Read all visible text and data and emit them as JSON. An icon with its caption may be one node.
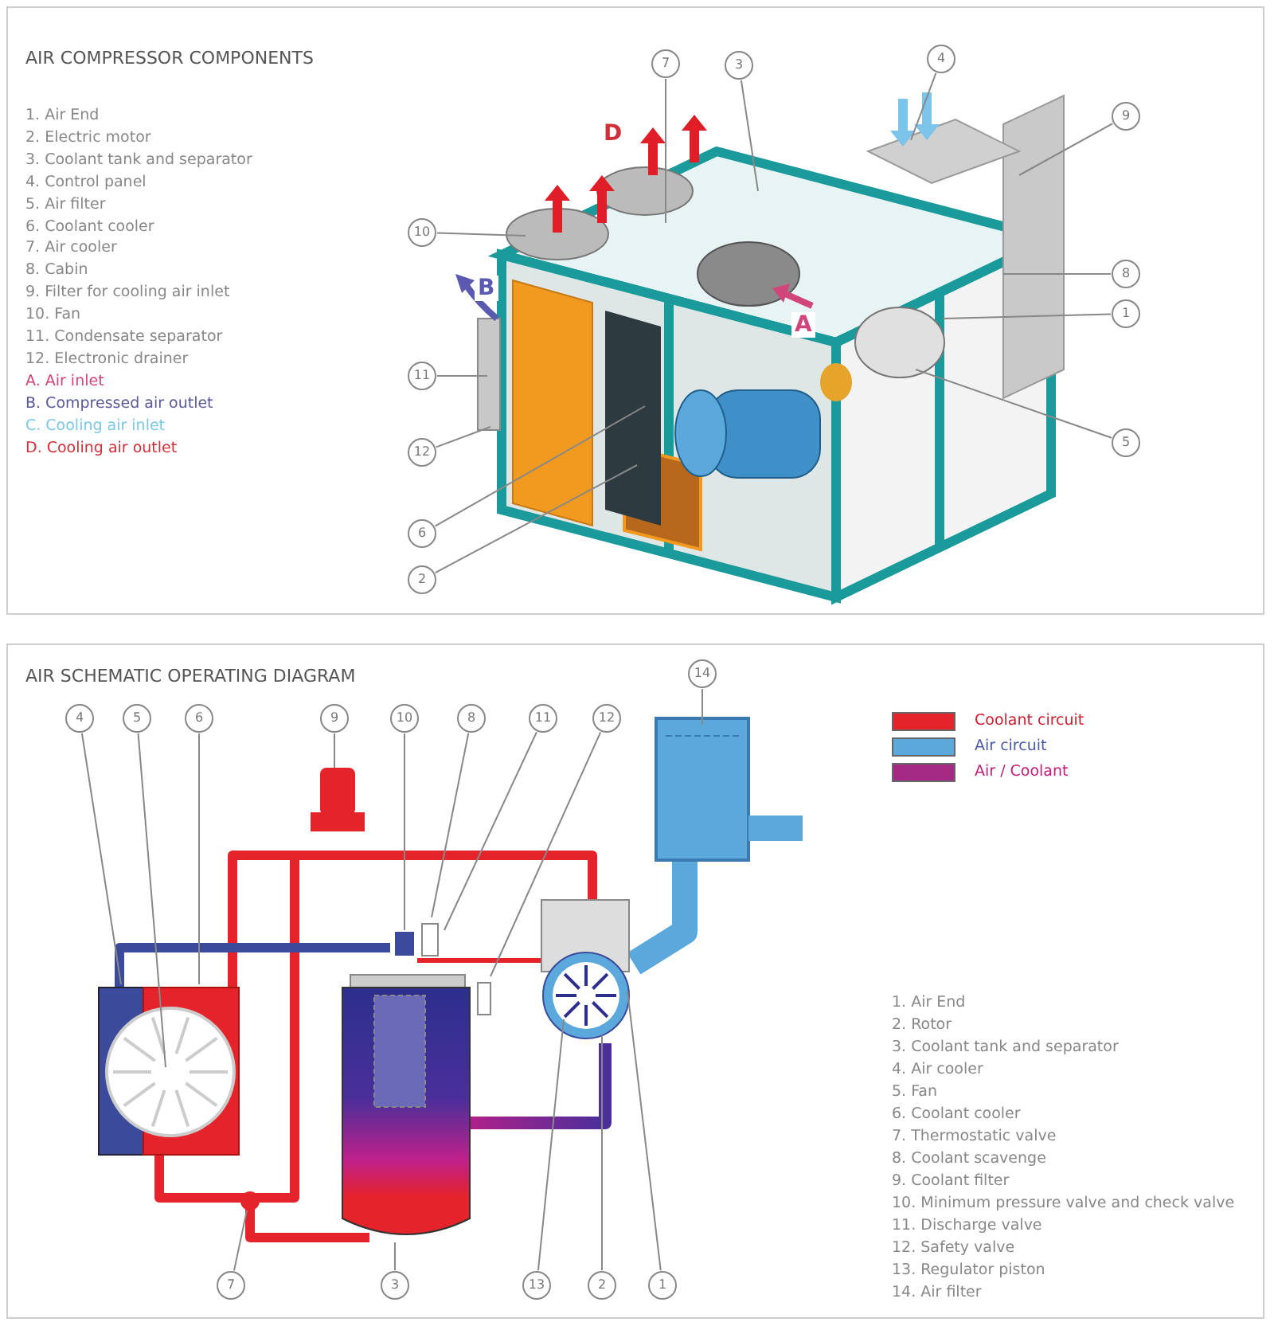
{
  "diagram": {
    "nodes": [
      {
        "text": [
          "7"
        ]
      },
      {
        "text": [
          "3"
        ]
      },
      {
        "text": [
          "4"
        ]
      },
      {
        "text": [
          "9"
        ]
      },
      {
        "text": [
          "10"
        ]
      },
      {
        "text": [
          "8"
        ]
      },
      {
        "text": [
          "1"
        ]
      },
      {
        "text": [
          "11"
        ]
      },
      {
        "text": [
          "12"
        ]
      },
      {
        "text": [
          "5"
        ]
      },
      {
        "text": [
          "6"
        ]
      },
      {
        "text": [
          "2"
        ]
      },
      {
        "text": [
          "14"
        ]
      },
      {
        "text": [
          "4"
        ]
      },
      {
        "text": [
          "5"
        ]
      },
      {
        "text": [
          "6"
        ]
      },
      {
        "text": [
          "9"
        ]
      },
      {
        "text": [
          "10"
        ]
      },
      {
        "text": [
          "8"
        ]
      },
      {
        "text": [
          "11"
        ]
      },
      {
        "text": [
          "12"
        ]
      },
      {
        "text": [
          "7"
        ]
      },
      {
        "text": [
          "3"
        ]
      },
      {
        "text": [
          "13"
        ]
      },
      {
        "text": [
          "2"
        ]
      },
      {
        "text": [
          "1"
        ]
      }
    ],
    "edges": [
      {
        "from": 0,
        "to": null,
        "arrow": "none"
      },
      {
        "from": 1,
        "to": null,
        "arrow": "none"
      },
      {
        "from": 2,
        "to": null,
        "arrow": "none"
      },
      {
        "from": 3,
        "to": null,
        "arrow": "none"
      },
      {
        "from": 4,
        "to": null,
        "arrow": "none"
      },
      {
        "from": 5,
        "to": null,
        "arrow": "none"
      },
      {
        "from": 6,
        "to": null,
        "arrow": "none"
      },
      {
        "from": 7,
        "to": null,
        "arrow": "none"
      },
      {
        "from": 8,
        "to": null,
        "arrow": "none"
      },
      {
        "from": 9,
        "to": null,
        "arrow": "none"
      },
      {
        "from": 10,
        "to": null,
        "arrow": "none"
      },
      {
        "from": 11,
        "to": null,
        "arrow": "none"
      },
      {
        "from": 12,
        "to": null,
        "arrow": "none"
      },
      {
        "from": 13,
        "to": null,
        "arrow": "none"
      },
      {
        "from": 14,
        "to": null,
        "arrow": "none"
      },
      {
        "from": 15,
        "to": null,
        "arrow": "none"
      },
      {
        "from": 16,
        "to": null,
        "arrow": "none"
      },
      {
        "from": 17,
        "to": null,
        "arrow": "none"
      },
      {
        "from": 18,
        "to": null,
        "arrow": "none"
      },
      {
        "from": 19,
        "to": null,
        "arrow": "none"
      },
      {
        "from": 20,
        "to": null,
        "arrow": "none"
      },
      {
        "from": 21,
        "to": null,
        "arrow": "none"
      },
      {
        "from": 22,
        "to": null,
        "arrow": "none"
      },
      {
        "from": 23,
        "to": null,
        "arrow": "none"
      },
      {
        "from": 24,
        "to": null,
        "arrow": "none"
      },
      {
        "from": 25,
        "to": null,
        "arrow": "none"
      }
    ],
    "labels": [
      "AIR COMPRESSOR COMPONENTS",
      "1. Air End",
      "2. Electric motor",
      "3. Coolant tank and separator",
      "4. Control panel",
      "5. Air filter",
      "6. Coolant cooler",
      "7. Air cooler",
      "8. Cabin",
      "9. Filter for cooling air inlet",
      "10. Fan",
      "11. Condensate separator",
      "12. Electronic drainer",
      "A. Air inlet",
      "B. Compressed air outlet",
      "C. Cooling air inlet",
      "D. Cooling air outlet",
      "D",
      "B",
      "A",
      "AIR SCHEMATIC OPERATING DIAGRAM",
      "1. Air End",
      "2. Rotor",
      "3. Coolant tank and separator",
      "4. Air cooler",
      "5. Fan",
      "6. Coolant cooler",
      "7. Thermostatic valve",
      "8. Coolant scavenge",
      "9. Coolant filter",
      "10. Minimum pressure valve and check valve",
      "11. Discharge valve",
      "12. Safety valve",
      "13. Regulator piston",
      "14. Air filter"
    ],
    "legend": [
      {
        "text": "Coolant circuit",
        "color": "#e5232b"
      },
      {
        "text": "Air circuit",
        "color": "#5aa8dc"
      },
      {
        "text": "Air / Coolant",
        "color": "#a42a86"
      }
    ]
  }
}
